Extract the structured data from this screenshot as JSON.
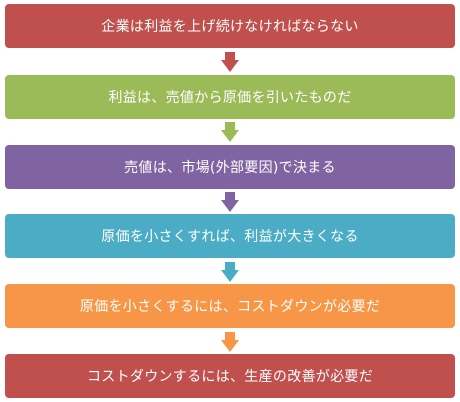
{
  "steps": [
    {
      "text": "企業は利益を上げ続けなければならない",
      "color": "#c0504d"
    },
    {
      "text": "利益は、売値から原価を引いたものだ",
      "color": "#9bbb59"
    },
    {
      "text": "売値は、市場(外部要因)で決まる",
      "color": "#8064a2"
    },
    {
      "text": "原価を小さくすれば、利益が大きくなる",
      "color": "#4bacc6"
    },
    {
      "text": "原価を小さくするには、コストダウンが必要だ",
      "color": "#f79646"
    },
    {
      "text": "コストダウンするには、生産の改善が必要だ",
      "color": "#c0504d"
    }
  ],
  "arrows": [
    {
      "icon": "down-arrow-icon",
      "color": "#c0504d"
    },
    {
      "icon": "down-arrow-icon",
      "color": "#9bbb59"
    },
    {
      "icon": "down-arrow-icon",
      "color": "#8064a2"
    },
    {
      "icon": "down-arrow-icon",
      "color": "#4bacc6"
    },
    {
      "icon": "down-arrow-icon",
      "color": "#f79646"
    }
  ]
}
